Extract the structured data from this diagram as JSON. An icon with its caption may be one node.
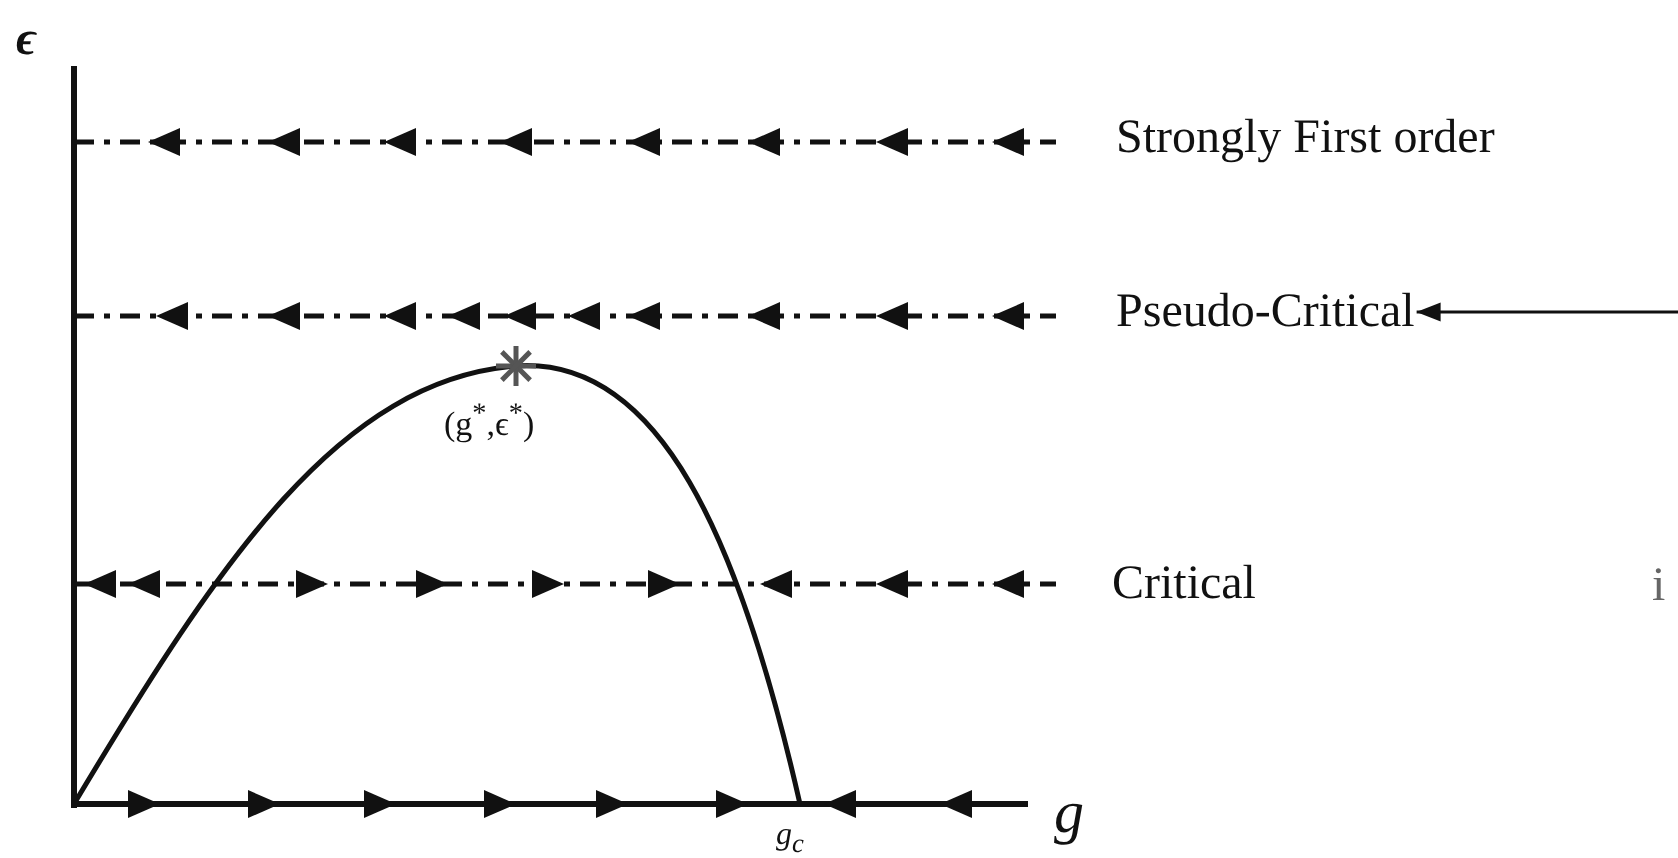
{
  "diagram": {
    "nodes": [
      {
        "text": [
          "Strongly First order"
        ]
      },
      {
        "text": [
          "Pseudo-Critical"
        ]
      },
      {
        "text": [
          "Critical"
        ]
      }
    ],
    "edges": [
      {
        "from": null,
        "to": 1,
        "arrow": "to"
      }
    ],
    "labels": [
      "ϵ",
      "(g$^{*}$,ϵ$^{*}$)",
      "i",
      "g$_{c}$",
      "g"
    ]
  }
}
